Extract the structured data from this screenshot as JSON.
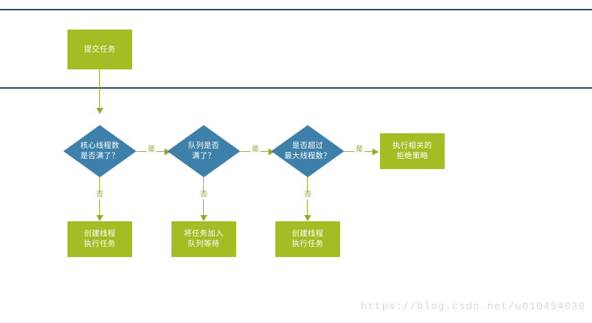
{
  "diagram": {
    "type": "flowchart",
    "title_text": "",
    "colors": {
      "process_fill": "#a3bd24",
      "decision_fill": "#3d80aa",
      "connector": "#9aa828",
      "rule": "#21424f",
      "label_text": "#8d9a2b",
      "node_text": "#ffffff",
      "watermark": "#d9d9d9",
      "background": "#ffffff"
    },
    "rules": [
      {
        "name": "top-rule"
      },
      {
        "name": "middle-rule"
      }
    ],
    "nodes": [
      {
        "id": "submit-task",
        "shape": "box",
        "lines": [
          "提交任务"
        ]
      },
      {
        "id": "core-threads-full",
        "shape": "diamond",
        "lines": [
          "核心线程数",
          "是否满了？"
        ]
      },
      {
        "id": "queue-full",
        "shape": "diamond",
        "lines": [
          "队列是否",
          "满了？"
        ]
      },
      {
        "id": "exceed-max-threads",
        "shape": "diamond",
        "lines": [
          "是否超过",
          "最大线程数？"
        ]
      },
      {
        "id": "reject-policy",
        "shape": "box",
        "lines": [
          "执行相关的",
          "拒绝策略"
        ]
      },
      {
        "id": "create-thread-run-1",
        "shape": "box",
        "lines": [
          "创建线程",
          "执行任务"
        ]
      },
      {
        "id": "enqueue-wait",
        "shape": "box",
        "lines": [
          "将任务加入",
          "队列等待"
        ]
      },
      {
        "id": "create-thread-run-2",
        "shape": "box",
        "lines": [
          "创建线程",
          "执行任务"
        ]
      }
    ],
    "edges": [
      {
        "id": "e-submit-to-core",
        "from": "submit-task",
        "to": "core-threads-full",
        "label": ""
      },
      {
        "id": "e-core-yes",
        "from": "core-threads-full",
        "to": "queue-full",
        "label": "是"
      },
      {
        "id": "e-queue-yes",
        "from": "queue-full",
        "to": "exceed-max-threads",
        "label": "是"
      },
      {
        "id": "e-max-yes",
        "from": "exceed-max-threads",
        "to": "reject-policy",
        "label": "是"
      },
      {
        "id": "e-core-no",
        "from": "core-threads-full",
        "to": "create-thread-run-1",
        "label": "否"
      },
      {
        "id": "e-queue-no",
        "from": "queue-full",
        "to": "enqueue-wait",
        "label": "否"
      },
      {
        "id": "e-max-no",
        "from": "exceed-max-threads",
        "to": "create-thread-run-2",
        "label": "否"
      }
    ]
  },
  "watermark": {
    "text": "https://blog.csdn.net/u010454030"
  }
}
